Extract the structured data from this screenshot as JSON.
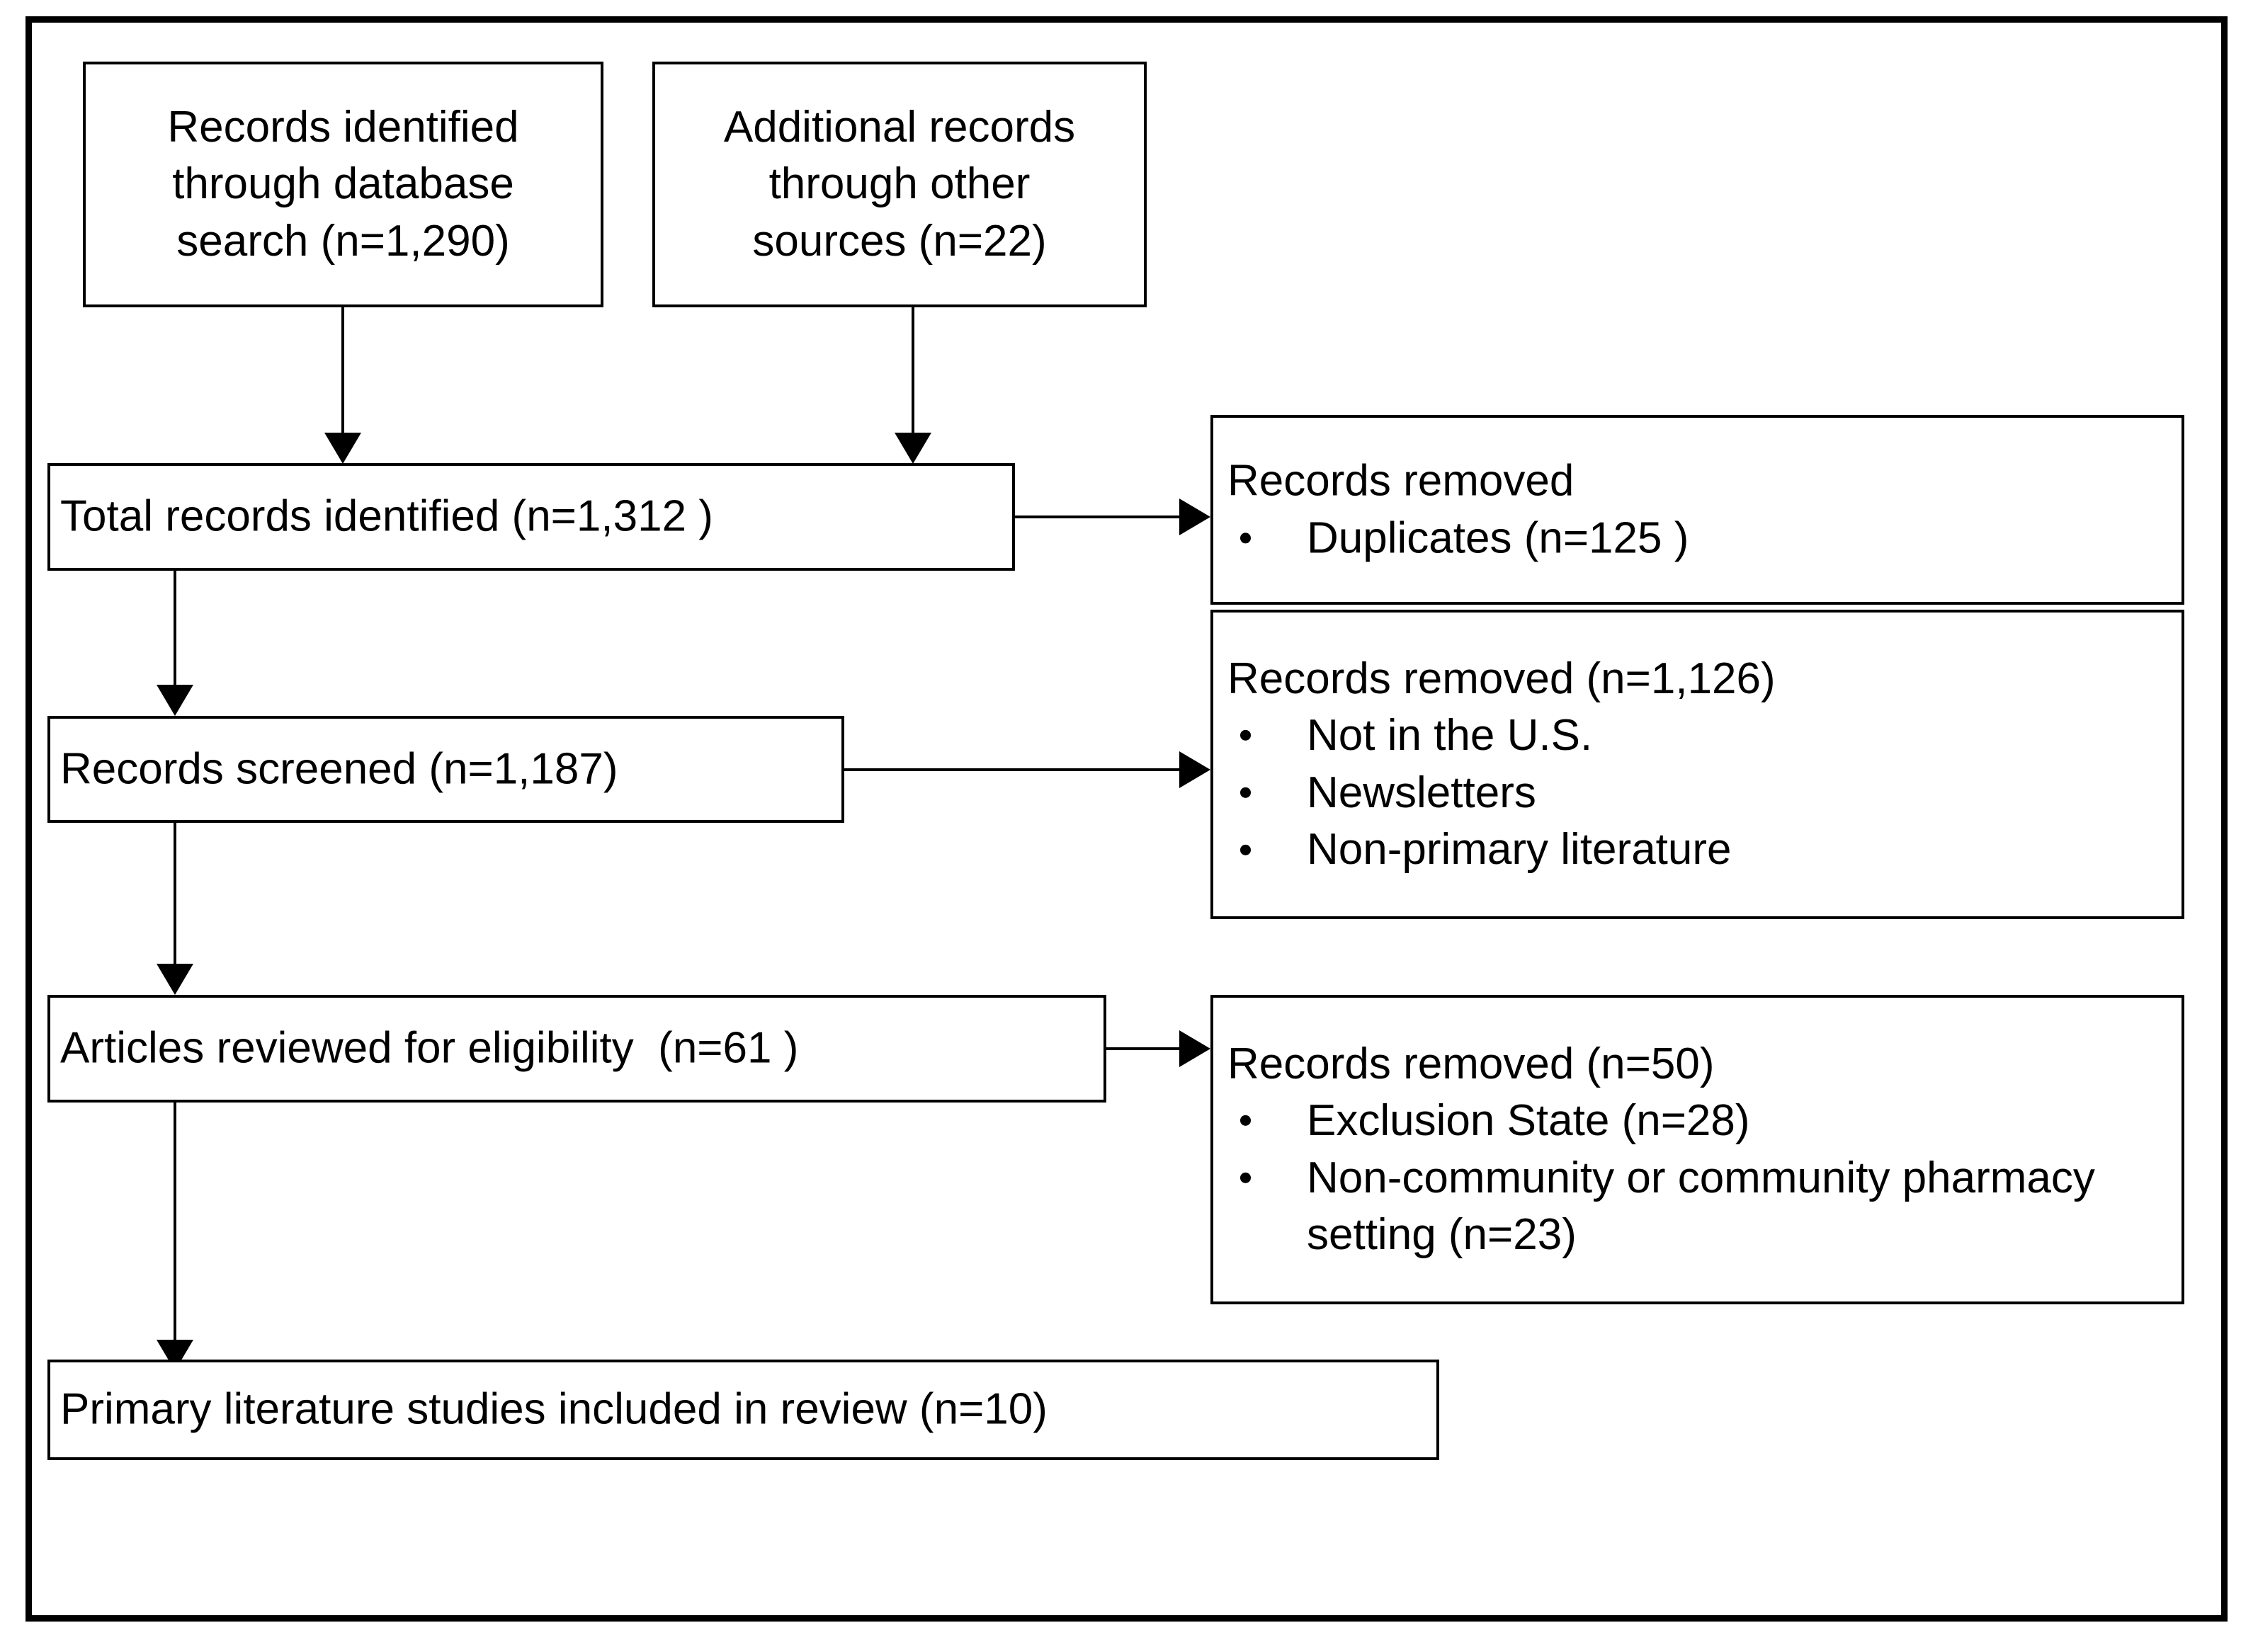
{
  "diagram": {
    "title": "PRISMA study selection flow diagram",
    "colors": {
      "frame": "#000000",
      "box_border": "#000000",
      "background": "#ffffff",
      "text": "#000000",
      "connector": "#000000"
    },
    "nodes": {
      "identified_database": {
        "lines": [
          "Records identified",
          "through database",
          "search (n=1,290)"
        ],
        "count": "1,290"
      },
      "identified_other": {
        "lines": [
          "Additional records",
          "through other",
          "sources (n=22)"
        ],
        "count": "22"
      },
      "total_identified": {
        "lines": [
          "Total records identified (n=1,312 )"
        ],
        "count": "1,312"
      },
      "removed_duplicates": {
        "heading": "Records removed",
        "bullets": [
          "Duplicates (n=125 )"
        ]
      },
      "screened": {
        "lines": [
          "Records screened (n=1,187)"
        ],
        "count": "1,187"
      },
      "removed_screening": {
        "heading": "Records removed (n=1,126)",
        "count": "1,126",
        "bullets": [
          "Not in the U.S.",
          "Newsletters",
          "Non-primary literature"
        ]
      },
      "eligibility": {
        "lines": [
          "Articles reviewed for eligibility  (n=61 )"
        ],
        "count": "61"
      },
      "removed_eligibility": {
        "heading": "Records removed (n=50)",
        "count": "50",
        "bullets": [
          "Exclusion State (n=28)",
          "Non-community or community pharmacy setting (n=23)"
        ]
      },
      "included": {
        "lines": [
          "Primary literature studies included in review (n=10)"
        ],
        "count": "10"
      }
    }
  }
}
